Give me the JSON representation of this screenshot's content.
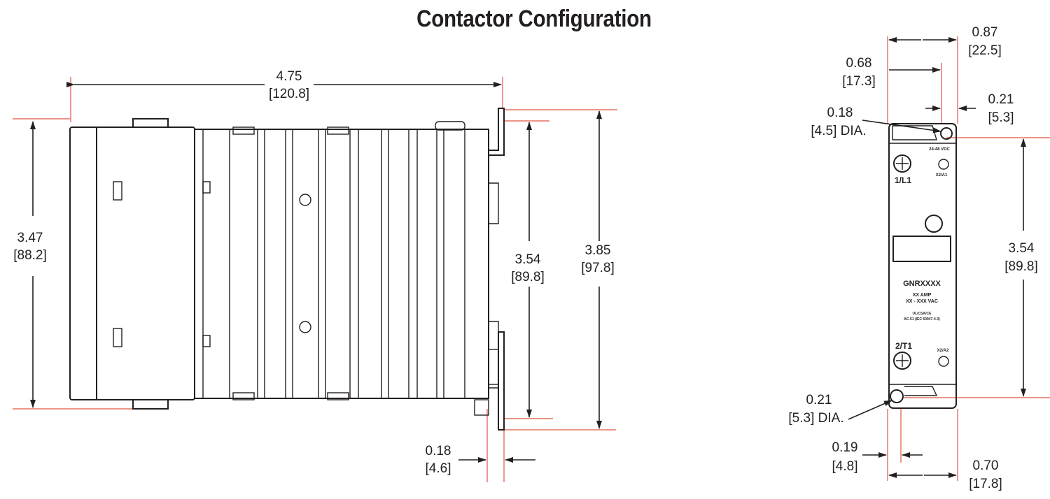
{
  "title": "Contactor Configuration",
  "side_view": {
    "width": {
      "value": "4.75",
      "metric": "[120.8]"
    },
    "height_body": {
      "value": "3.47",
      "metric": "[88.2]"
    },
    "mount_spacing": {
      "value": "3.54",
      "metric": "[89.8]"
    },
    "overall_height": {
      "value": "3.85",
      "metric": "[97.8]"
    },
    "bracket_thickness": {
      "value": "0.18",
      "metric": "[4.6]"
    }
  },
  "front_view": {
    "width_top": {
      "value": "0.87",
      "metric": "[22.5]"
    },
    "hole_offset": {
      "value": "0.68",
      "metric": "[17.3]"
    },
    "edge_offset": {
      "value": "0.21",
      "metric": "[5.3]"
    },
    "top_hole": {
      "value": "0.18",
      "metric": "[4.5] DIA."
    },
    "hole_spacing": {
      "value": "3.54",
      "metric": "[89.8]"
    },
    "bottom_hole": {
      "value": "0.21",
      "metric": "[5.3] DIA."
    },
    "bottom_offset": {
      "value": "0.19",
      "metric": "[4.8]"
    },
    "width_bottom": {
      "value": "0.70",
      "metric": "[17.8]"
    },
    "labels": {
      "voltage_top": "24-48 VDC",
      "terminal_a2": "X2/A1",
      "terminal_1": "1/L1",
      "model": "GNRXXXX",
      "amp": "XX AMP",
      "vac": "XX - XXX VAC",
      "spec1": "UL/CSA/CE",
      "spec2": "AC-51 (IEC 60947-4-3)",
      "terminal_2": "2/T1",
      "terminal_a1": "X2/A2"
    }
  }
}
